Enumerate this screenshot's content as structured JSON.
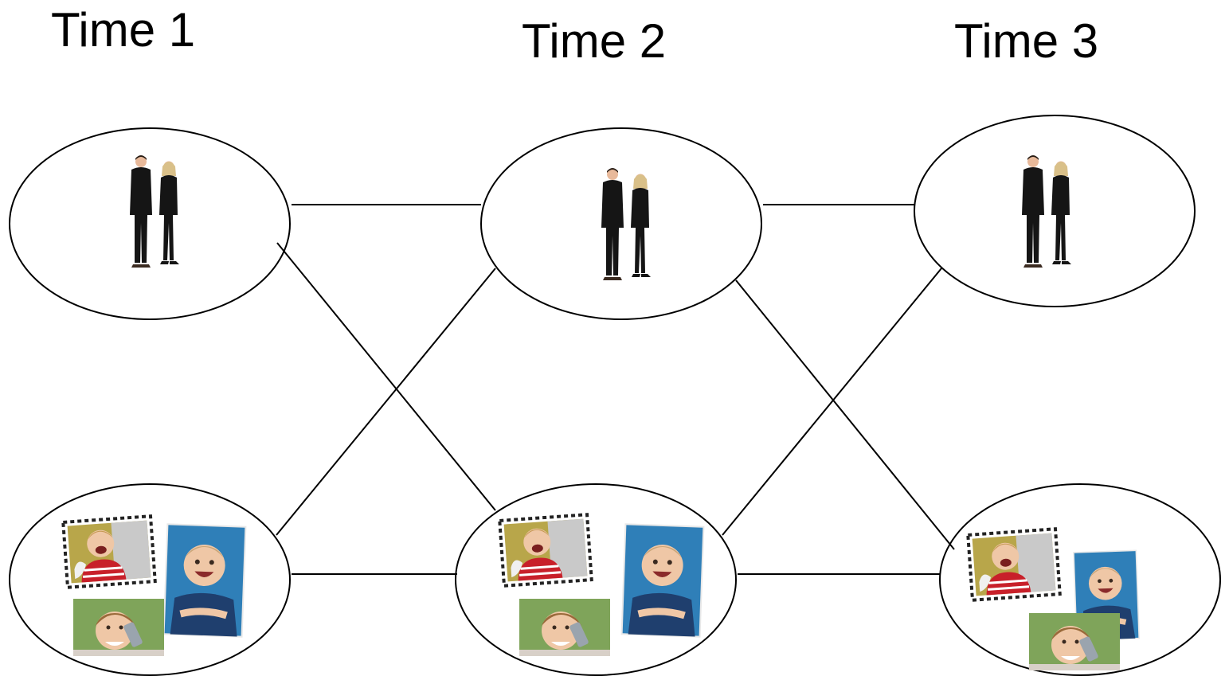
{
  "labels": {
    "time1": "Time 1",
    "time2": "Time 2",
    "time3": "Time 3"
  },
  "nodes": [
    {
      "id": "parents-t1",
      "content": "parents-couple"
    },
    {
      "id": "children-t1",
      "content": "children-photos"
    },
    {
      "id": "parents-t2",
      "content": "parents-couple"
    },
    {
      "id": "children-t2",
      "content": "children-photos"
    },
    {
      "id": "parents-t3",
      "content": "parents-couple"
    },
    {
      "id": "children-t3",
      "content": "children-photos"
    }
  ],
  "edges": [
    [
      "parents-t1",
      "parents-t2"
    ],
    [
      "parents-t1",
      "children-t2"
    ],
    [
      "children-t1",
      "parents-t2"
    ],
    [
      "children-t1",
      "children-t2"
    ],
    [
      "parents-t2",
      "parents-t3"
    ],
    [
      "parents-t2",
      "children-t3"
    ],
    [
      "children-t2",
      "parents-t3"
    ],
    [
      "children-t2",
      "children-t3"
    ]
  ],
  "colors": {
    "stroke": "#000000",
    "suit": "#151515",
    "skin": "#e8b99a",
    "hair_blonde": "#d9c089",
    "hair_dark": "#2a1e16",
    "shirt_red": "#c8202a",
    "shirt_blue": "#1f5f9e",
    "photo_bg_blue": "#2f7fb8",
    "photo_bg_green": "#7fa45a",
    "photo_bg_olive": "#b8a64a"
  }
}
